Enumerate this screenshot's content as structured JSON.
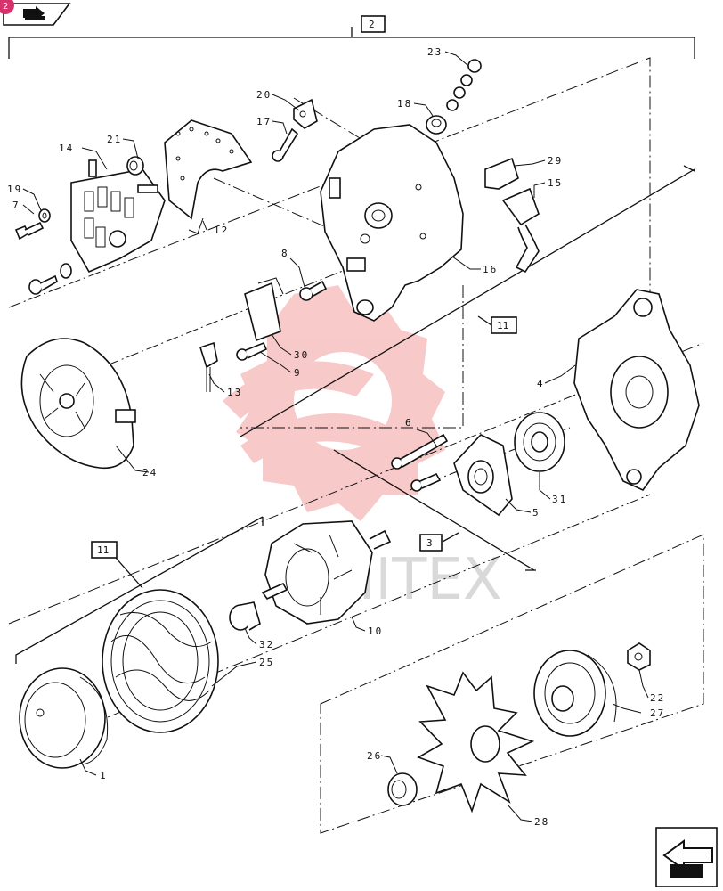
{
  "watermark": {
    "text": "WHITEX",
    "color": "#f08a8a"
  },
  "badge": {
    "text": "2",
    "color": "#d6336c"
  },
  "icons": [
    "nav-back-icon",
    "nav-next-icon",
    "watermark-gear-logo"
  ],
  "boxes": {
    "assembly_top": "2",
    "callout_right": "11",
    "callout_left": "11",
    "callout_bottom": "3"
  },
  "labels": {
    "p1": "1",
    "p4": "4",
    "p5": "5",
    "p6": "6",
    "p7": "7",
    "p8": "8",
    "p9": "9",
    "p10": "10",
    "p12": "12",
    "p13": "13",
    "p14": "14",
    "p15": "15",
    "p16": "16",
    "p17": "17",
    "p18": "18",
    "p19": "19",
    "p20": "20",
    "p21": "21",
    "p22": "22",
    "p23": "23",
    "p24": "24",
    "p25": "25",
    "p26": "26",
    "p27": "27",
    "p28": "28",
    "p29": "29",
    "p30": "30",
    "p31": "31",
    "p32": "32"
  }
}
